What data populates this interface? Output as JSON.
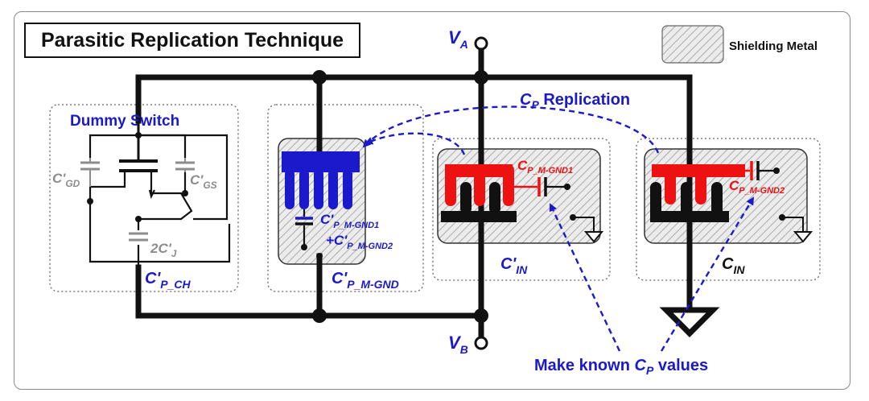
{
  "title": "Parasitic Replication Technique",
  "legend": {
    "label": "Shielding Metal"
  },
  "nodes": {
    "va_main": "V",
    "va_sub": "A",
    "vb_main": "V",
    "vb_sub": "B"
  },
  "labels": {
    "cp_replication_main": "C",
    "cp_replication_sub": "P",
    "cp_replication_rest": " Replication",
    "dummy_switch": "Dummy Switch",
    "c_gd_main": "C'",
    "c_gd_sub": "GD",
    "c_gs_main": "C'",
    "c_gs_sub": "GS",
    "c_j": "2C'",
    "c_j_sub": "J",
    "cp_ch_main": "C'",
    "cp_ch_sub": "P_CH",
    "pm_gnd1_main": "C'",
    "pm_gnd1_sub": "P_M-GND1",
    "pm_gnd2_main": "+C'",
    "pm_gnd2_sub": "P_M-GND2",
    "cp_mgnd_main": "C'",
    "cp_mgnd_sub": "P_M-GND",
    "cin_prime_main": "C'",
    "cin_prime_sub": "IN",
    "cin_main": "C",
    "cin_sub": "IN",
    "red_gnd1_main": "C",
    "red_gnd1_sub": "P_M-GND1",
    "red_gnd2_main": "C",
    "red_gnd2_sub": "P_M-GND2",
    "make_known_a": "Make known ",
    "make_known_c": "C",
    "make_known_sub": "P",
    "make_known_b": " values"
  },
  "colors": {
    "blue": "#1a1acc",
    "red": "#ee1111",
    "gray": "#8c8c8c",
    "black": "#111111"
  }
}
